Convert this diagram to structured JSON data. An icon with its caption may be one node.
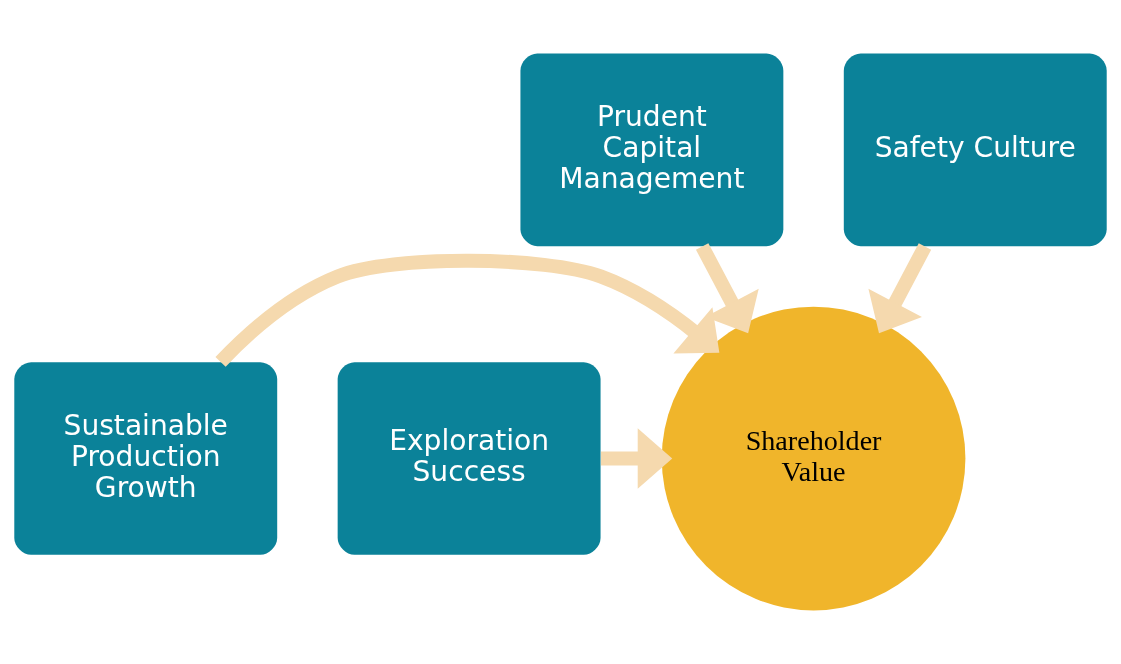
{
  "diagram": {
    "nodes": [
      {
        "text": [
          "Prudent Capital Management"
        ]
      },
      {
        "text": [
          "Safety Culture"
        ]
      },
      {
        "text": [
          "Sustainable Production Growth"
        ]
      },
      {
        "text": [
          "Exploration Success"
        ]
      },
      {
        "text": [
          "Shareholder Value"
        ]
      }
    ],
    "edges": [
      {
        "from": 0,
        "to": 4,
        "arrow": "to"
      },
      {
        "from": 1,
        "to": 4,
        "arrow": "to"
      },
      {
        "from": 2,
        "to": 4,
        "arrow": "to"
      },
      {
        "from": 3,
        "to": 4,
        "arrow": "to"
      }
    ]
  }
}
